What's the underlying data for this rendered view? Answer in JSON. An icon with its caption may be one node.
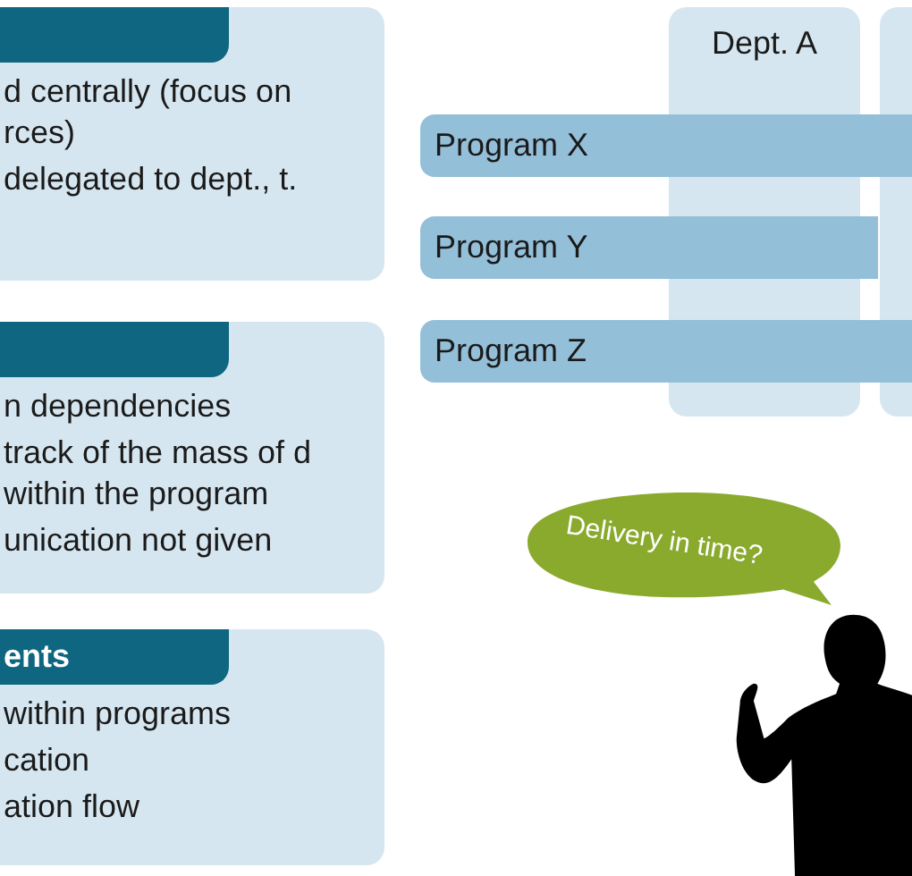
{
  "diagram": {
    "nodes": [
      {
        "text": [
          "d centrally (focus on rces)",
          "delegated to dept., t."
        ]
      },
      {
        "text": [],
        "shape": "box",
        "in": 0
      },
      {
        "text": [
          "n dependencies",
          "track of the mass of d within the program",
          "unication not given"
        ]
      },
      {
        "text": [],
        "shape": "box",
        "in": 2
      },
      {
        "text": [
          "within programs",
          "cation",
          "ation flow"
        ]
      },
      {
        "text": [
          "ents"
        ],
        "in": 4
      },
      {
        "text": [
          "Dept. A"
        ]
      },
      {
        "text": [],
        "shape": "box"
      },
      {
        "text": [
          "Program X"
        ]
      },
      {
        "text": [
          "Program Y"
        ]
      },
      {
        "text": [
          "Program Z"
        ]
      },
      {
        "text": [
          "Delivery in time?"
        ]
      },
      {
        "text": [],
        "shape": "person"
      }
    ],
    "edges": []
  }
}
